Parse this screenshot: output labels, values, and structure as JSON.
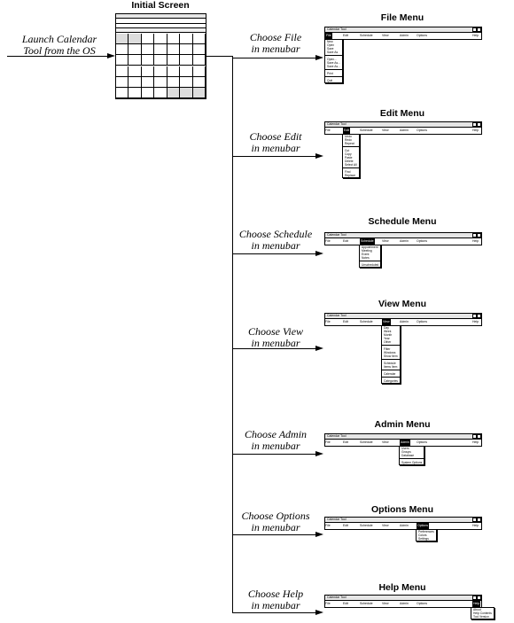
{
  "initial": {
    "title": "Initial Screen",
    "label_line1": "Launch Calendar",
    "label_line2": "Tool from the OS"
  },
  "window_title": "Calendar Tool",
  "menubar": [
    "Edit",
    "Schedule",
    "View",
    "Admin",
    "Options"
  ],
  "help_item": "Help",
  "branches": [
    {
      "id": "file",
      "title": "File Menu",
      "line1": "Choose File",
      "line2": "in menubar",
      "selected": 0,
      "items": [
        "New",
        "Open",
        "Save",
        "Save As",
        "-",
        "Open...",
        "Save As...",
        "Save As...",
        "-",
        "Print",
        "-",
        "Quit"
      ]
    },
    {
      "id": "edit",
      "title": "Edit Menu",
      "line1": "Choose Edit",
      "line2": "in menubar",
      "selected": 1,
      "items": [
        "Undo",
        "Redo",
        "Repeat",
        "-",
        "Cut",
        "Copy",
        "Paste",
        "Delete",
        "Select All",
        "-",
        "Find",
        "Replace"
      ]
    },
    {
      "id": "schedule",
      "title": "Schedule Menu",
      "line1": "Choose Schedule",
      "line2": "in menubar",
      "selected": 2,
      "items": [
        "Appointment",
        "Meeting",
        "Event",
        "Notes",
        "-",
        "Unscheduled"
      ]
    },
    {
      "id": "view",
      "title": "View Menu",
      "line1": "Choose View",
      "line2": "in menubar",
      "selected": 3,
      "items": [
        "Day",
        "Week",
        "Month",
        "Year",
        "Other",
        "-",
        "Filter",
        "Windows",
        "Show Item",
        "-",
        "Schedule",
        "Items Item",
        "-",
        "Calendar",
        "-",
        "Categories"
      ]
    },
    {
      "id": "admin",
      "title": "Admin Menu",
      "line1": "Choose Admin",
      "line2": "in menubar",
      "selected": 4,
      "items": [
        "Users",
        "Groups",
        "Database",
        "-",
        "System Options"
      ]
    },
    {
      "id": "options",
      "title": "Options Menu",
      "line1": "Choose Options",
      "line2": "in menubar",
      "selected": 5,
      "items": [
        "Preferences",
        "Colors",
        "Settings"
      ]
    },
    {
      "id": "help",
      "title": "Help Menu",
      "line1": "Choose Help",
      "line2": "in menubar",
      "selected": 6,
      "items": [
        "About",
        "Help Contents",
        "Tool Version"
      ]
    }
  ]
}
